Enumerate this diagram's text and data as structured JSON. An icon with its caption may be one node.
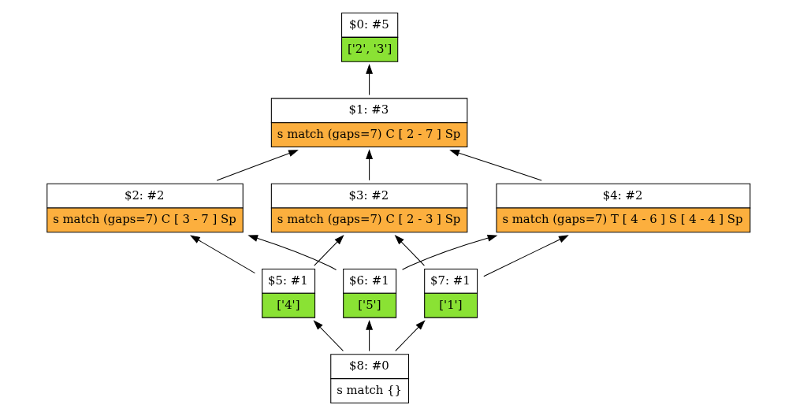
{
  "diagram": {
    "nodes": [
      {
        "text": [
          "$0: #5",
          "['2', '3']"
        ]
      },
      {
        "text": [
          "$1: #3",
          "s match (gaps=7) C [ 2 - 7 ] Sp"
        ]
      },
      {
        "text": [
          "$2: #2",
          "s match (gaps=7) C [ 3 - 7 ] Sp"
        ]
      },
      {
        "text": [
          "$3: #2",
          "s match (gaps=7) C [ 2 - 3 ] Sp"
        ]
      },
      {
        "text": [
          "$4: #2",
          "s match (gaps=7) T [ 4 - 6 ] S [ 4 - 4 ] Sp"
        ]
      },
      {
        "text": [
          "$5: #1",
          "['4']"
        ]
      },
      {
        "text": [
          "$6: #1",
          "['5']"
        ]
      },
      {
        "text": [
          "$7: #1",
          "['1']"
        ]
      },
      {
        "text": [
          "$8: #0",
          "s match {}"
        ]
      }
    ],
    "edges": [
      {
        "from": 1,
        "to": 0,
        "arrow": "to"
      },
      {
        "from": 2,
        "to": 1,
        "arrow": "to"
      },
      {
        "from": 3,
        "to": 1,
        "arrow": "to"
      },
      {
        "from": 4,
        "to": 1,
        "arrow": "to"
      },
      {
        "from": 5,
        "to": 2,
        "arrow": "to"
      },
      {
        "from": 5,
        "to": 3,
        "arrow": "to"
      },
      {
        "from": 6,
        "to": 2,
        "arrow": "to"
      },
      {
        "from": 6,
        "to": 4,
        "arrow": "to"
      },
      {
        "from": 7,
        "to": 3,
        "arrow": "to"
      },
      {
        "from": 7,
        "to": 4,
        "arrow": "to"
      },
      {
        "from": 8,
        "to": 5,
        "arrow": "to"
      },
      {
        "from": 8,
        "to": 6,
        "arrow": "to"
      },
      {
        "from": 8,
        "to": 7,
        "arrow": "to"
      }
    ]
  }
}
